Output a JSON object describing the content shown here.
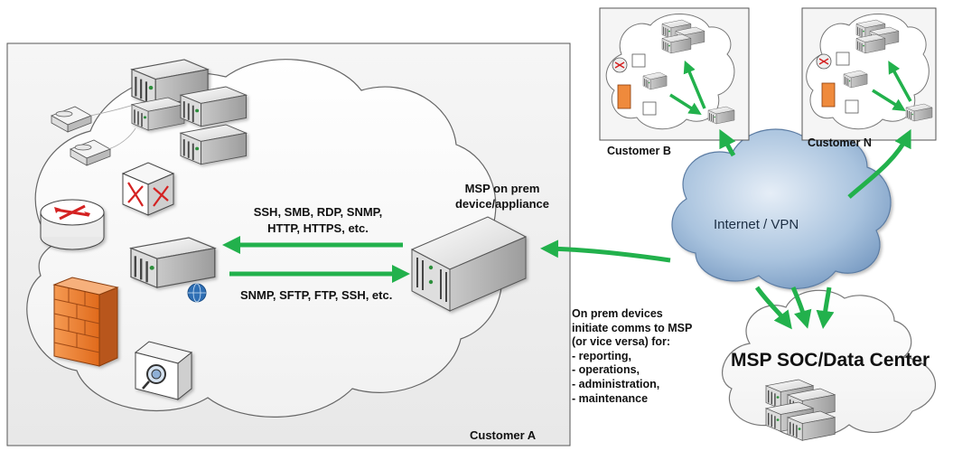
{
  "labels": {
    "customer_a": "Customer A",
    "customer_b": "Customer B",
    "customer_n": "Customer N",
    "msp_device": [
      "MSP on prem",
      "device/appliance"
    ],
    "protocols_out": [
      "SSH, SMB, RDP, SNMP,",
      "HTTP, HTTPS, etc."
    ],
    "protocols_in": "SNMP, SFTP, FTP, SSH, etc.",
    "internet": "Internet / VPN",
    "soc": "MSP SOC/Data Center"
  },
  "notes": {
    "lines": [
      "On prem devices",
      "initiate comms to MSP",
      "(or vice versa) for:"
    ],
    "items": [
      "- reporting,",
      "- operations,",
      "- administration,",
      "- maintenance"
    ]
  },
  "colors": {
    "arrow": "#22b14c",
    "internet_cloud": "#a9c3de",
    "firewall": "#f07a2c",
    "router": "#d42020"
  },
  "icons": [
    "server-icon",
    "phone-icon",
    "router-icon",
    "switch-icon",
    "firewall-icon",
    "monitor-icon",
    "cloud-icon"
  ]
}
